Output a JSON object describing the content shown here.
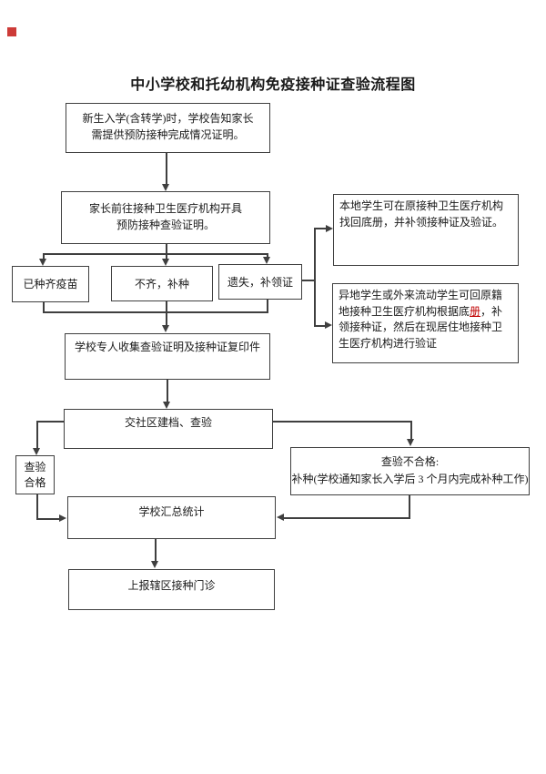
{
  "page": {
    "title": "中小学校和托幼机构免疫接种证查验流程图",
    "marker_color": "#cd3b38"
  },
  "boxes": {
    "enroll": {
      "line1": "新生入学(含转学)时，学校告知家长",
      "line2": "需提供预防接种完成情况证明。"
    },
    "parents": {
      "line1": "家长前往接种卫生医疗机构开具",
      "line2": "预防接种查验证明。"
    },
    "complete": {
      "label": "已种齐疫苗"
    },
    "incomplete": {
      "label": "不齐，补种"
    },
    "lost": {
      "label": "遗失，补领证"
    },
    "local": {
      "line1": "本地学生可在原接种卫生医疗机构",
      "line2": "找回底册，并补领接种证及验证。"
    },
    "remote": {
      "pre": "异地学生或外来流动学生可回原籍地接种卫生医疗机构根据底",
      "highlight": "册",
      "post": "，补领接种证，然后在现居住地接种卫生医疗机构进行验证"
    },
    "collect": {
      "label": "学校专人收集查验证明及接种证复印件"
    },
    "community": {
      "label": "交社区建档、查验"
    },
    "pass": {
      "line1": "查验",
      "line2": "合格"
    },
    "fail": {
      "line1": "查验不合格:",
      "line2": "补种(学校通知家长入学后 3 个月内完成补种工作)"
    },
    "summary": {
      "label": "学校汇总统计"
    },
    "report": {
      "label": "上报辖区接种门诊"
    }
  }
}
